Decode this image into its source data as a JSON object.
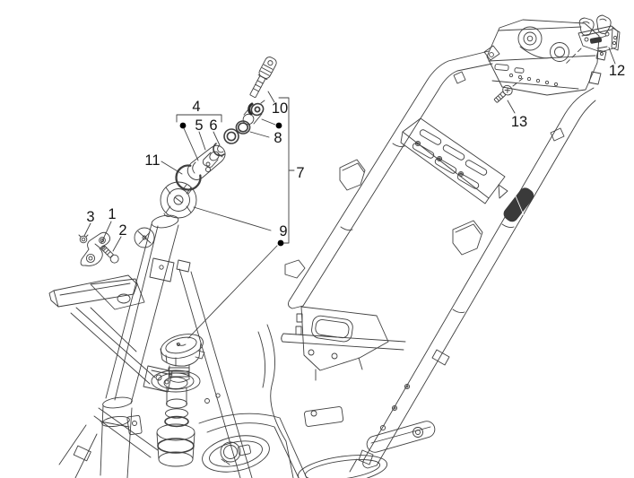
{
  "diagram": {
    "kind": "exploded-parts-diagram",
    "subject": "scooter frame with locks hardware kit",
    "background_color": "#ffffff",
    "line_color": "#3f3f3f",
    "label_color": "#141414",
    "bullet_color": "#000000"
  },
  "parts": [
    {
      "label": "1",
      "glyph": "hook-lever"
    },
    {
      "label": "2",
      "glyph": "screw"
    },
    {
      "label": "3",
      "glyph": "nut"
    },
    {
      "label": "4",
      "glyph": "lock-body-assembly"
    },
    {
      "label": "5",
      "glyph": "bushing"
    },
    {
      "label": "6",
      "glyph": "retaining-clip"
    },
    {
      "label": "7",
      "glyph": "locks-kit-group"
    },
    {
      "label": "8",
      "glyph": "ring-nut"
    },
    {
      "label": "9",
      "glyph": "steering-lock-body"
    },
    {
      "label": "10",
      "glyph": "key"
    },
    {
      "label": "11",
      "glyph": "circlip"
    },
    {
      "label": "12",
      "glyph": "saddle-latch"
    },
    {
      "label": "13",
      "glyph": "screw"
    }
  ]
}
